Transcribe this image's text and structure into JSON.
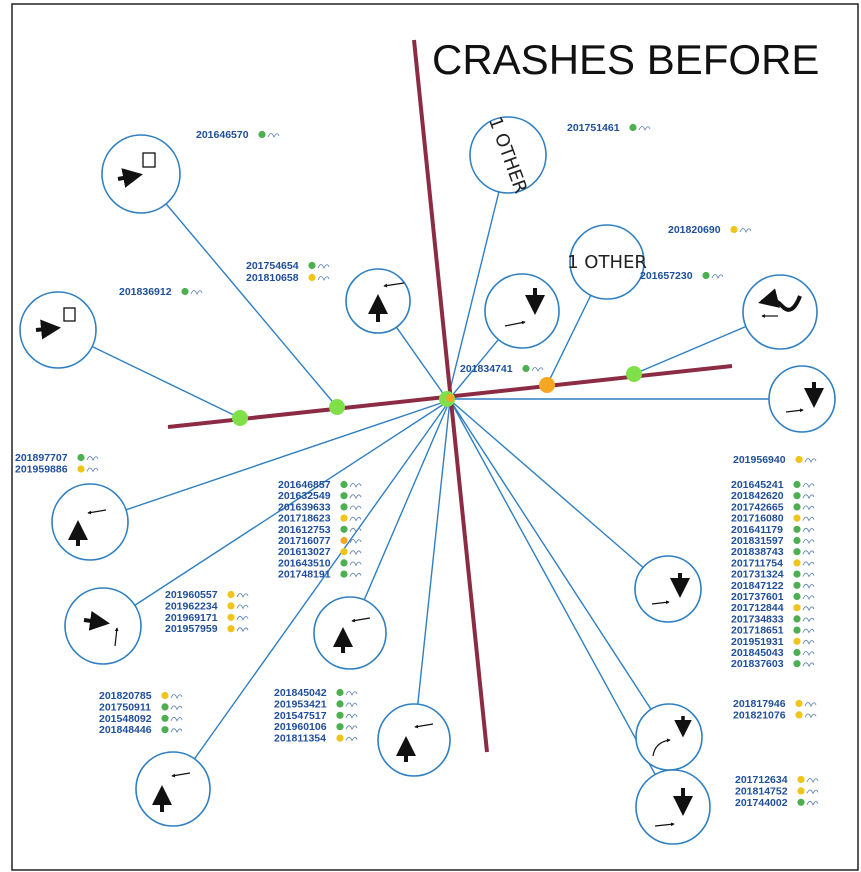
{
  "title": "CRASHES BEFORE",
  "streets": {
    "horizontal_label": "",
    "vertical_label": ""
  },
  "other_label": "1 OTHER",
  "colors": {
    "road": "#8b2c44",
    "leader": "#2f7fc1",
    "id_text": "#1f4e9a",
    "marker_green": "#7fe04a",
    "marker_orange": "#f5a623",
    "badge_green": "#4caf50",
    "badge_yellow": "#f0c419"
  },
  "groups": [
    {
      "name": "g-201646570",
      "ids": [
        "201646570"
      ],
      "badges": [
        "green"
      ]
    },
    {
      "name": "g-201751461",
      "ids": [
        "201751461"
      ],
      "badges": [
        "green"
      ]
    },
    {
      "name": "g-201820690",
      "ids": [
        "201820690"
      ],
      "badges": [
        "yellow"
      ]
    },
    {
      "name": "g-201657230",
      "ids": [
        "201657230"
      ],
      "badges": [
        "green"
      ]
    },
    {
      "name": "g-201754654",
      "ids": [
        "201754654",
        "201810658"
      ],
      "badges": [
        "green",
        "yellow"
      ]
    },
    {
      "name": "g-201836912",
      "ids": [
        "201836912"
      ],
      "badges": [
        "green"
      ]
    },
    {
      "name": "g-201834741",
      "ids": [
        "201834741"
      ],
      "badges": [
        "green"
      ]
    },
    {
      "name": "g-201897707",
      "ids": [
        "201897707",
        "201959886"
      ],
      "badges": [
        "green",
        "yellow"
      ]
    },
    {
      "name": "g-201956940",
      "ids": [
        "201956940"
      ],
      "badges": [
        "yellow"
      ]
    },
    {
      "name": "g-center",
      "ids": [
        "201646857",
        "201632549",
        "201639633",
        "201718623",
        "201612753",
        "201716077",
        "201613027",
        "201643510",
        "201748191"
      ],
      "badges": [
        "green",
        "green",
        "green",
        "yellow",
        "green",
        "orange",
        "yellow",
        "green",
        "green"
      ]
    },
    {
      "name": "g-right",
      "ids": [
        "201645241",
        "201842620",
        "201742665",
        "201716080",
        "201641179",
        "201831597",
        "201838743",
        "201711754",
        "201731324",
        "201847122",
        "201737601",
        "201712844",
        "201734833",
        "201718651",
        "201951931",
        "201845043",
        "201837603"
      ],
      "badges": [
        "green",
        "green",
        "green",
        "yellow",
        "green",
        "green",
        "green",
        "yellow",
        "green",
        "green",
        "green",
        "yellow",
        "green",
        "green",
        "yellow",
        "green",
        "green"
      ]
    },
    {
      "name": "g-left-mid",
      "ids": [
        "201960557",
        "201962234",
        "201969171",
        "201957959"
      ],
      "badges": [
        "yellow",
        "yellow",
        "yellow",
        "yellow"
      ]
    },
    {
      "name": "g-left-low",
      "ids": [
        "201820785",
        "201750911",
        "201548092",
        "201848446"
      ],
      "badges": [
        "yellow",
        "green",
        "green",
        "green"
      ]
    },
    {
      "name": "g-center-low",
      "ids": [
        "201845042",
        "201953421",
        "201547517",
        "201960106",
        "201811354"
      ],
      "badges": [
        "green",
        "green",
        "green",
        "green",
        "yellow"
      ]
    },
    {
      "name": "g-right-low1",
      "ids": [
        "201817946",
        "201821076"
      ],
      "badges": [
        "yellow",
        "yellow"
      ]
    },
    {
      "name": "g-right-low2",
      "ids": [
        "201712634",
        "201814752",
        "201744002"
      ],
      "badges": [
        "yellow",
        "yellow",
        "green"
      ]
    }
  ],
  "icons": [
    "turn-right-into-box-icon",
    "turn-right-into-box-icon",
    "straight-and-left-arrows-icon",
    "down-and-right-arrows-icon",
    "other-label-bubble",
    "other-label-bubble",
    "s-curve-arrows-icon",
    "down-and-right-arrows-icon",
    "straight-and-left-arrows-icon",
    "right-and-up-arrows-icon",
    "straight-and-left-arrows-icon",
    "straight-and-left-arrows-icon",
    "down-and-right-arrows-icon",
    "straight-and-left-arrows-icon",
    "down-and-curve-arrows-icon",
    "down-and-right-arrows-icon"
  ]
}
